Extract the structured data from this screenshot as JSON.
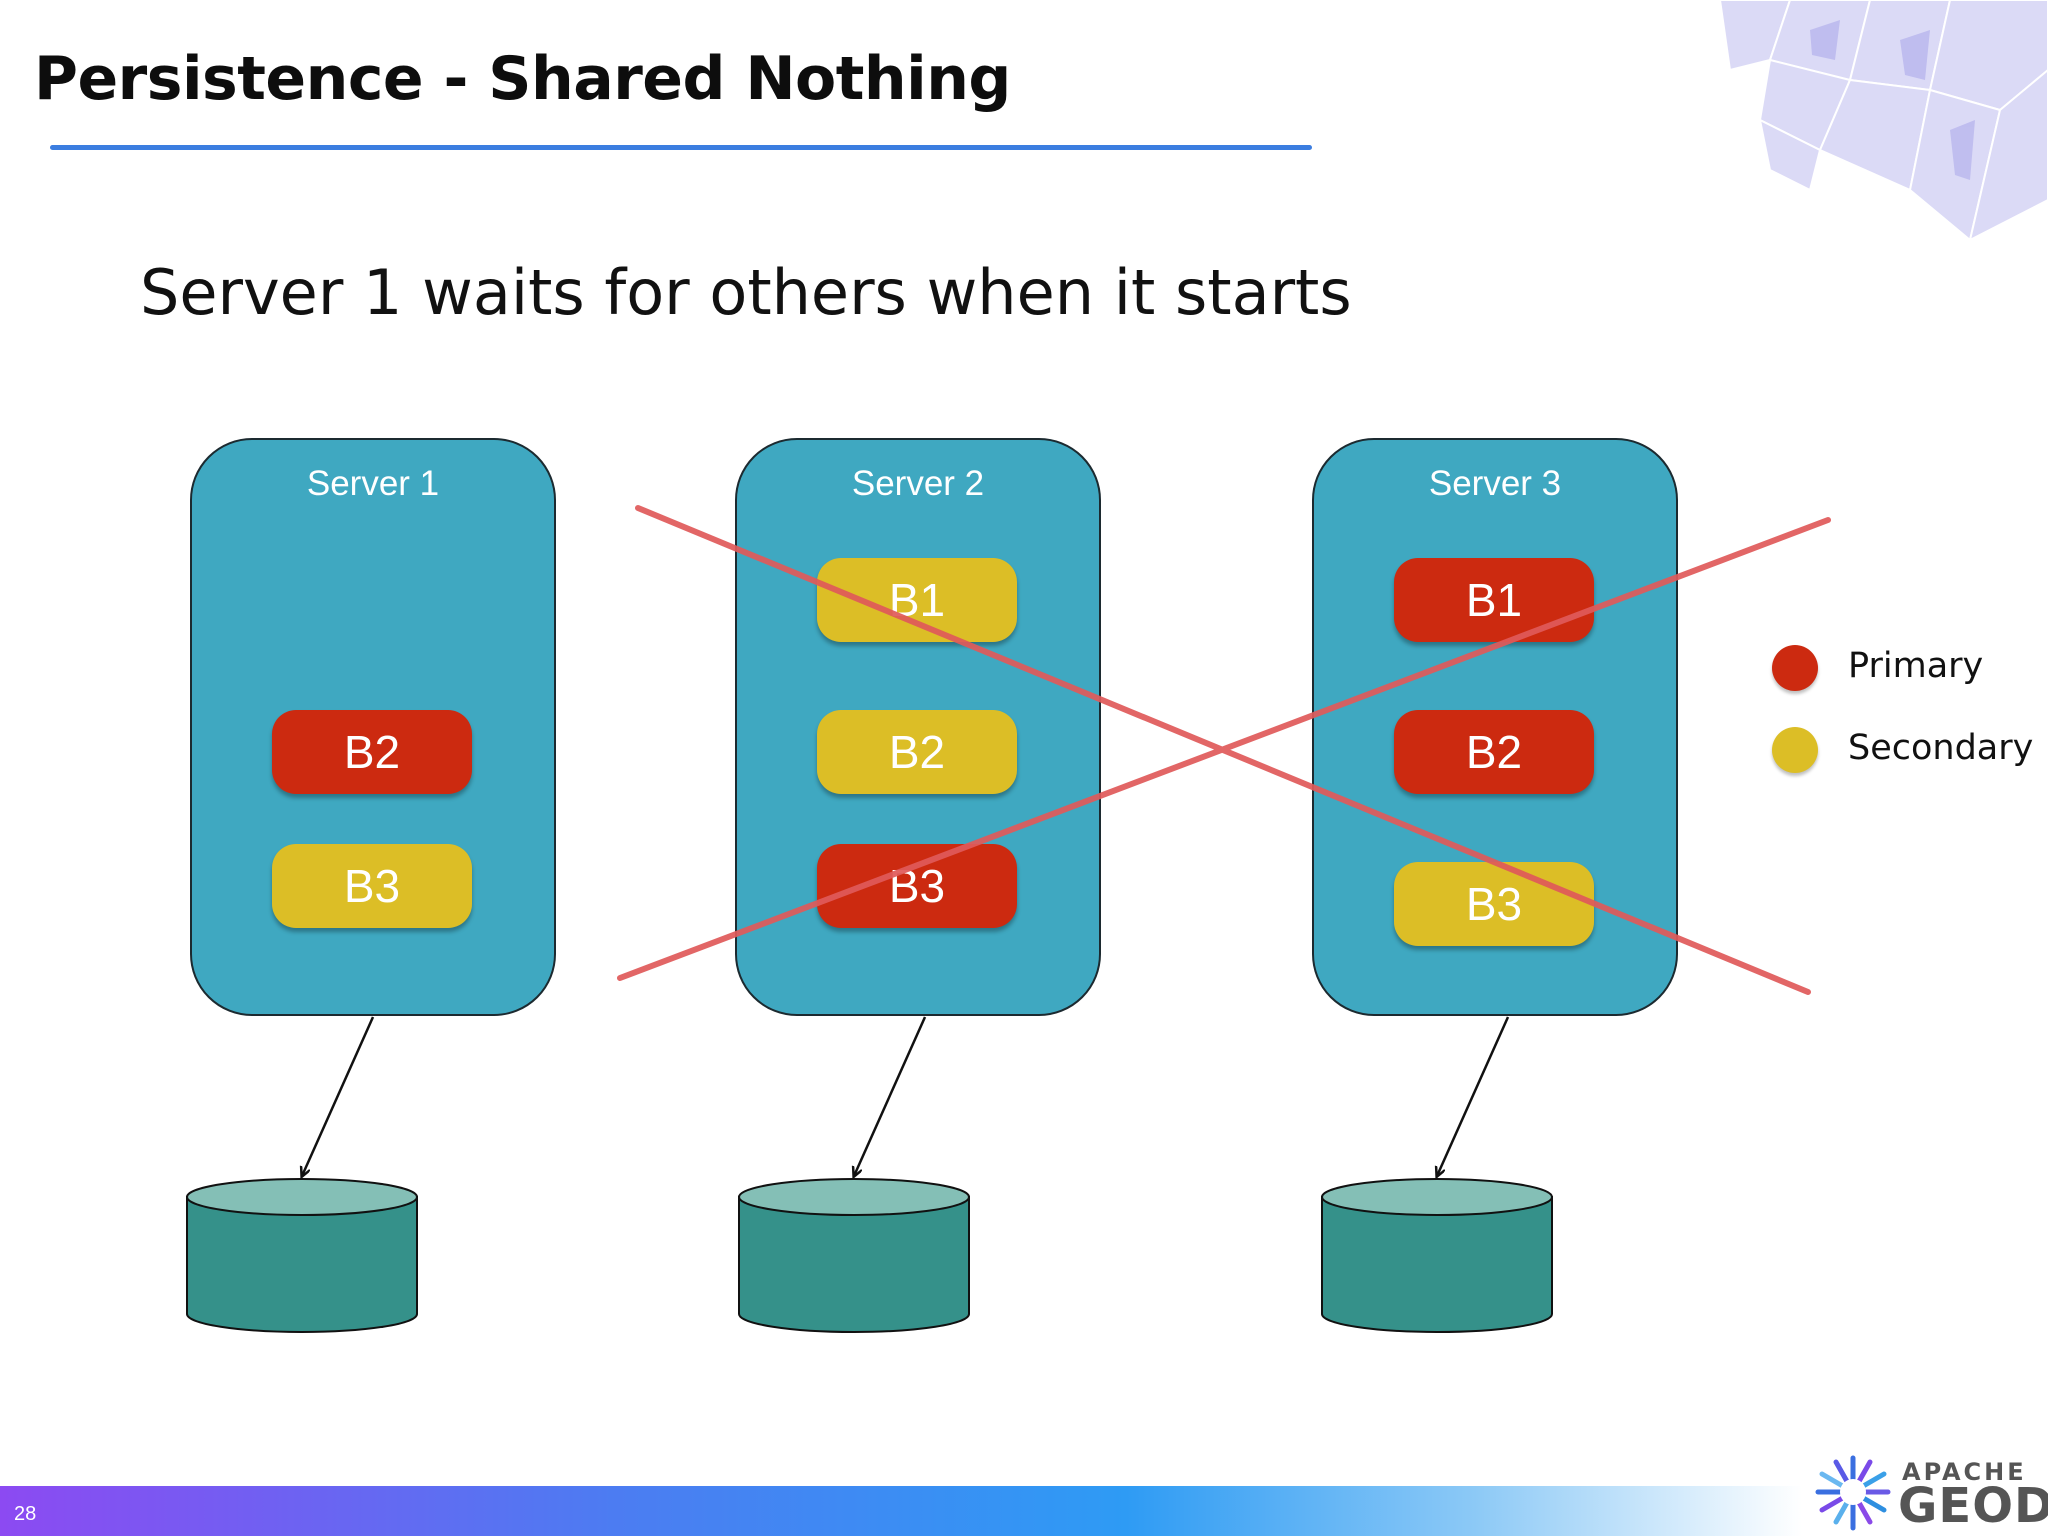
{
  "slide": {
    "title": "Persistence - Shared Nothing",
    "subtitle": "Server 1 waits for others when it starts",
    "page_number": "28"
  },
  "servers": [
    {
      "label": "Server 1",
      "crossed_out": false,
      "buckets": [
        {
          "label": "B2",
          "role": "primary"
        },
        {
          "label": "B3",
          "role": "secondary"
        }
      ]
    },
    {
      "label": "Server 2",
      "crossed_out": true,
      "buckets": [
        {
          "label": "B1",
          "role": "secondary"
        },
        {
          "label": "B2",
          "role": "secondary"
        },
        {
          "label": "B3",
          "role": "primary"
        }
      ]
    },
    {
      "label": "Server 3",
      "crossed_out": true,
      "buckets": [
        {
          "label": "B1",
          "role": "primary"
        },
        {
          "label": "B2",
          "role": "primary"
        },
        {
          "label": "B3",
          "role": "secondary"
        }
      ]
    }
  ],
  "legend": {
    "primary": {
      "label": "Primary",
      "color": "#cc2a10"
    },
    "secondary": {
      "label": "Secondary",
      "color": "#dcbe26"
    }
  },
  "colors": {
    "server_fill": "#3fa8c1",
    "disk_top": "#84bfb6",
    "disk_body": "#35918a",
    "cross_mark": "#e05a5a",
    "title_rule": "#3b7de0"
  },
  "logo": {
    "line1": "APACHE",
    "line2": "GEODE"
  },
  "icons": {
    "logo_mark": "starburst-icon",
    "corner_decoration": "crystal-icon"
  }
}
